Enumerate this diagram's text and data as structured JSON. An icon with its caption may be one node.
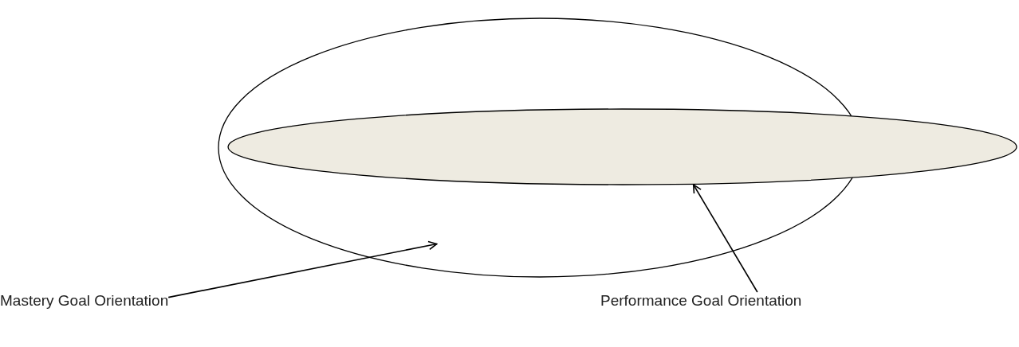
{
  "diagram": {
    "nodes": [
      {
        "text": [],
        "shape": "ellipse"
      },
      {
        "text": [],
        "shape": "ellipse"
      },
      {
        "text": [
          "Mastery Goal Orientation"
        ]
      },
      {
        "text": [
          "Performance Goal Orientation"
        ]
      }
    ],
    "edges": [
      {
        "from": 2,
        "to": 0,
        "arrow": "to"
      },
      {
        "from": 3,
        "to": 1,
        "arrow": "to"
      }
    ]
  }
}
